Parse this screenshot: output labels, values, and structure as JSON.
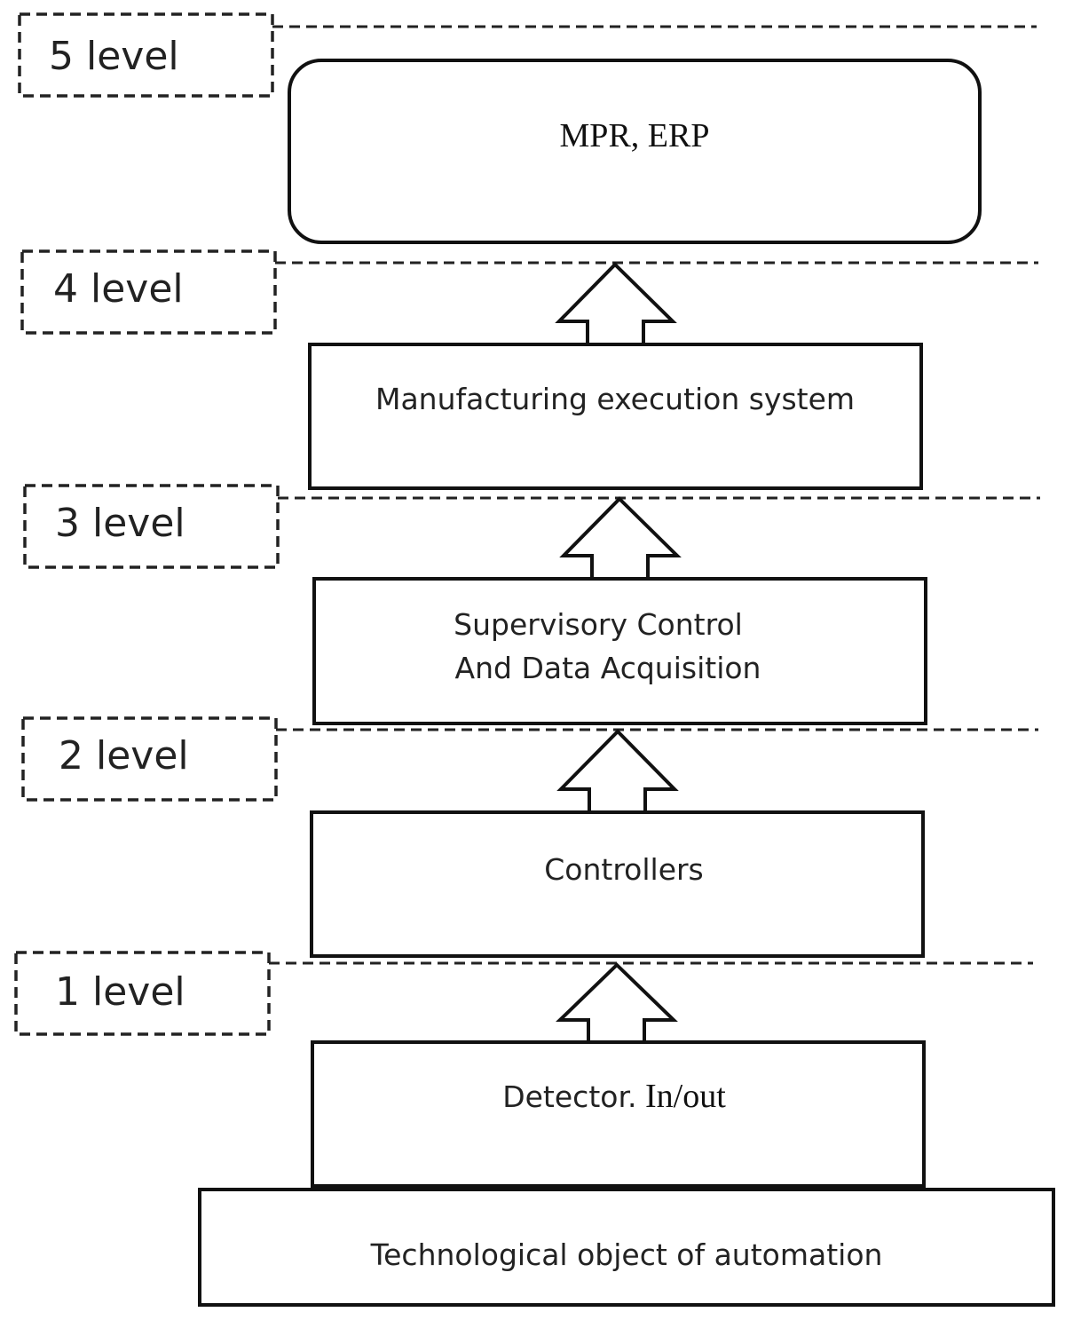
{
  "levels": [
    {
      "label": "5 level"
    },
    {
      "label": "4 level"
    },
    {
      "label": "3 level"
    },
    {
      "label": "2 level"
    },
    {
      "label": "1 level"
    }
  ],
  "blocks": {
    "erp": {
      "text": "MPR, ERP"
    },
    "mes": {
      "text": "Manufacturing execution system"
    },
    "scada": {
      "line1": "Supervisory Control",
      "line2": "And Data Acquisition"
    },
    "controllers": {
      "text": "Controllers"
    },
    "detector": {
      "part1": "Detector.",
      "part2": " In/out"
    },
    "object": {
      "text": "Technological object of automation"
    }
  }
}
